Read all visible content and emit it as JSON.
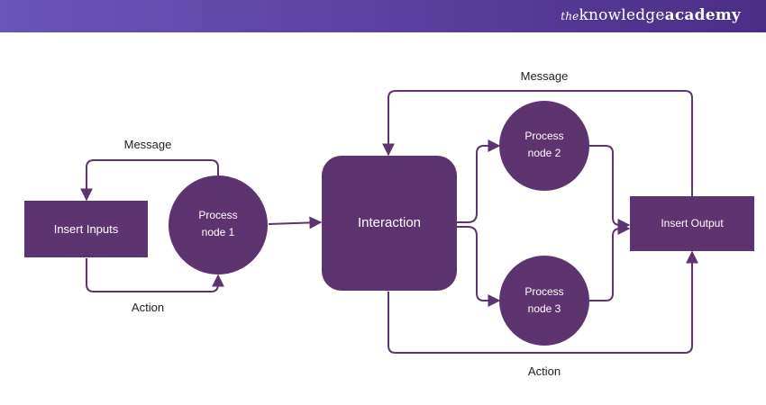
{
  "brand": {
    "prefix": "the",
    "middle": "knowledge",
    "suffix": "academy"
  },
  "colors": {
    "node": "#5e3470",
    "line": "#5e3470",
    "banner": "#5a3f9e"
  },
  "nodes": {
    "insert_inputs": "Insert Inputs",
    "process_node_1": [
      "Process",
      "node 1"
    ],
    "interaction": "Interaction",
    "process_node_2": [
      "Process",
      "node 2"
    ],
    "process_node_3": [
      "Process",
      "node 3"
    ],
    "insert_output": "Insert Output"
  },
  "labels": {
    "message_left": "Message",
    "action_left": "Action",
    "message_top": "Message",
    "action_bottom": "Action"
  }
}
